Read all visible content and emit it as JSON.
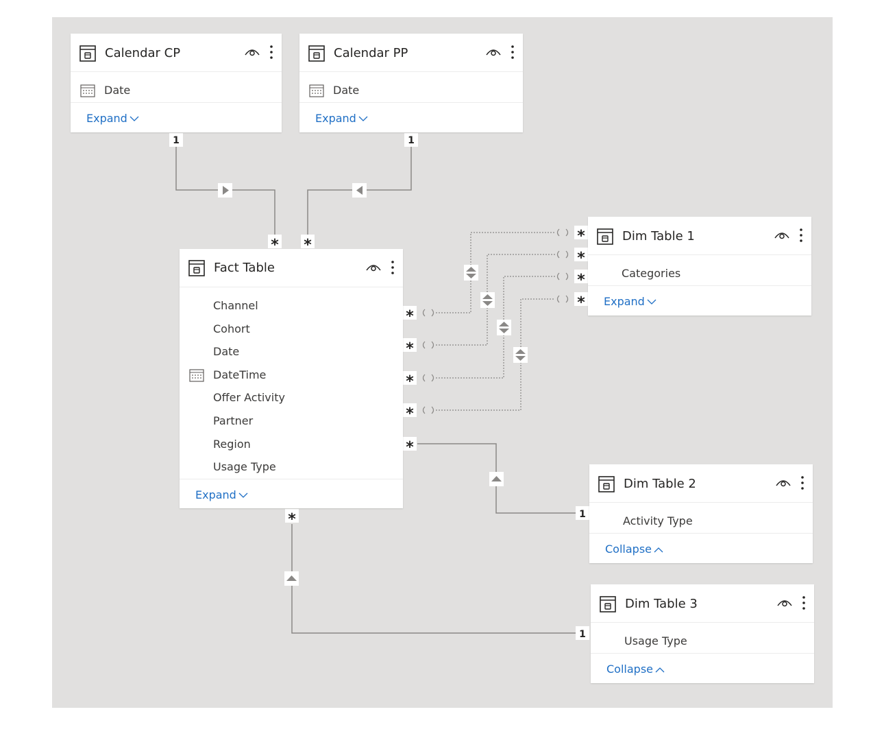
{
  "tables": {
    "calendar_cp": {
      "title": "Calendar CP",
      "fields": [
        "Date"
      ],
      "toggle": "Expand"
    },
    "calendar_pp": {
      "title": "Calendar PP",
      "fields": [
        "Date"
      ],
      "toggle": "Expand"
    },
    "fact": {
      "title": "Fact Table",
      "fields": [
        "Channel",
        "Cohort",
        "Date",
        "DateTime",
        "Offer Activity",
        "Partner",
        "Region",
        "Usage Type"
      ],
      "toggle": "Expand"
    },
    "dim1": {
      "title": "Dim Table 1",
      "fields": [
        "Categories"
      ],
      "toggle": "Expand"
    },
    "dim2": {
      "title": "Dim Table 2",
      "fields": [
        "Activity Type"
      ],
      "toggle": "Collapse"
    },
    "dim3": {
      "title": "Dim Table 3",
      "fields": [
        "Usage Type"
      ],
      "toggle": "Collapse"
    }
  },
  "cardinality": {
    "one": "1",
    "many": "*"
  },
  "colors": {
    "canvas": "#e1e0df",
    "link": "#8a8886",
    "accent": "#1f6fc5",
    "text": "#252423"
  },
  "icons": [
    "table-icon",
    "eye-icon",
    "more-options-icon",
    "calendar-icon",
    "chevron-down-icon",
    "chevron-up-icon",
    "filter-direction-icon",
    "bidirectional-filter-icon"
  ]
}
